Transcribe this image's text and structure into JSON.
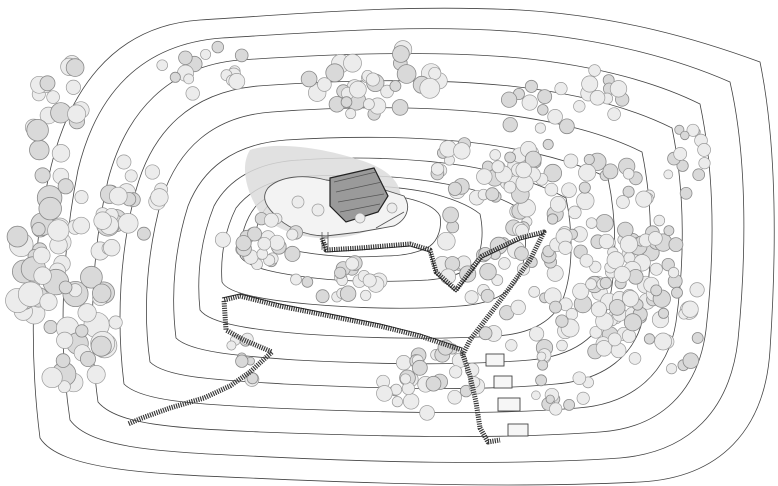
{
  "map": {
    "kind": "site-plan",
    "colors": {
      "background": "#ffffff",
      "contour": "#444444",
      "tree_fill": "#d9d9d9",
      "tree_stroke": "#8a8a8a",
      "building": "#9a9a9a",
      "path": "#3a3a3a"
    },
    "features": [
      "contour-lines",
      "tree-canopies",
      "hilltop-building",
      "switchback-trail",
      "small-cabins"
    ]
  }
}
